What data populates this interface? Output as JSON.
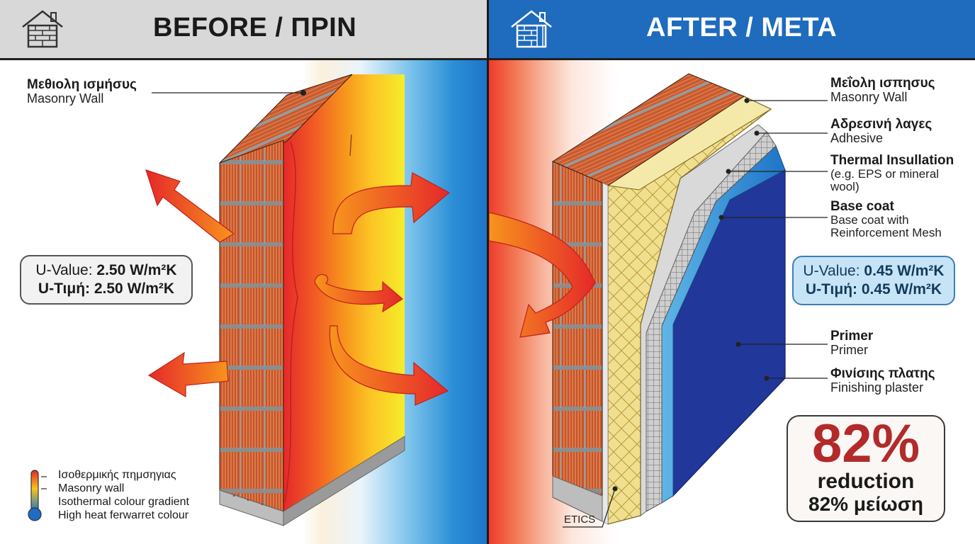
{
  "before": {
    "header_title": "BEFORE / ΠΡΙΝ",
    "wall_label": {
      "title": "Μεθιολη ισμήσυς",
      "subtitle": "Masonry Wall"
    },
    "u_value": {
      "line1_prefix": "U-Value: ",
      "line1_value": "2.50 W/m²K",
      "line2": "U-Τιμή: 2.50 W/m²K"
    },
    "legend": [
      "Ισοθερμικής πημσηγιας",
      "Masonry wall",
      "Isothermal colour gradient",
      "High heat ferwarret colour"
    ]
  },
  "after": {
    "header_title": "AFTER / ΜΕΤΑ",
    "layers": [
      {
        "title": "Μεΐολη ισπησυς",
        "subtitle": "Masonry Wall"
      },
      {
        "title": "Αδρεσινή λαγες",
        "subtitle": "Adhesive"
      },
      {
        "title": "Thermal Insullation",
        "subtitle": "(e.g. EPS or mineral wool)"
      },
      {
        "title": "Base coat",
        "subtitle": "Base coat with Reinforcement Mesh"
      },
      {
        "title": "Primer",
        "subtitle": "Primer"
      },
      {
        "title": "Φινίσιης πλατης",
        "subtitle": "Finishing plaster"
      }
    ],
    "u_value": {
      "line1_prefix": "U-Value: ",
      "line1_value": "0.45 W/m²K",
      "line2": "U-Τιμή: 0.45 W/m²K"
    },
    "reduction": {
      "percent": "82%",
      "line2": "reduction",
      "line3": "82% μείωση"
    },
    "etics_label": "ETICS"
  },
  "colors": {
    "brick": "#c4552b",
    "hot": "#e8312a",
    "warm": "#f7e02a",
    "cold": "#1e74c7",
    "insulation": "#f1e29a",
    "finish": "#22379a",
    "header_before": "#d8d8d8",
    "header_after": "#1f6bbd"
  },
  "icons": [
    "house-brick-icon",
    "house-insulated-icon",
    "thermometer-icon"
  ]
}
